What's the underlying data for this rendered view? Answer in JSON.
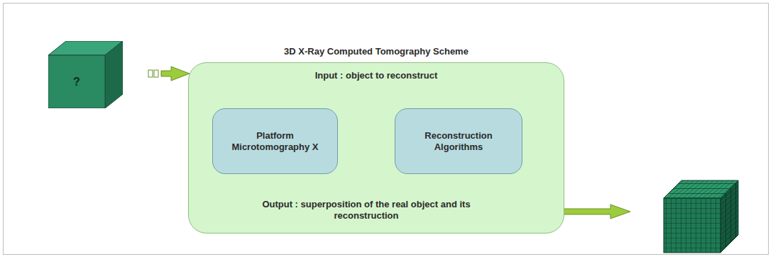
{
  "diagram": {
    "nodes": [
      {
        "text": [
          "?"
        ]
      },
      {
        "text": [
          "3D X-Ray Computed Tomography Scheme",
          "Input : object to reconstruct",
          "Output : superposition of the real object and its reconstruction"
        ]
      },
      {
        "text": [
          "Platform Microtomography X"
        ],
        "in": 1
      },
      {
        "text": [
          "Reconstruction Algorithms"
        ],
        "in": 1
      }
    ],
    "edges": [
      {
        "from": 0,
        "to": 1,
        "arrow": "to"
      }
    ]
  }
}
